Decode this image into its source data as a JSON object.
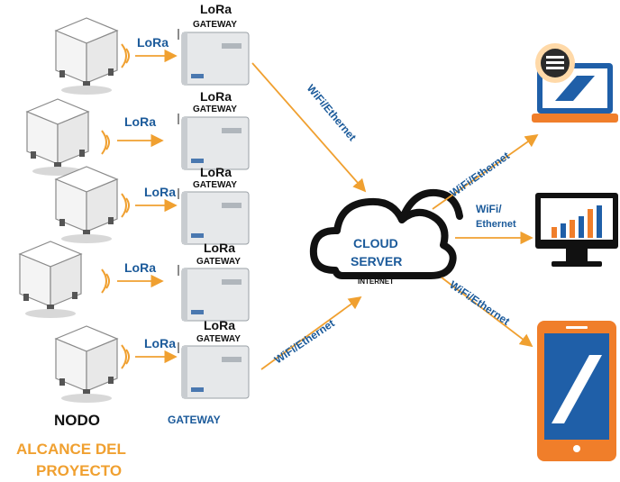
{
  "nodes": [
    {
      "radio_label": "LoRa",
      "gateway_title": "LoRa",
      "gateway_subtitle": "GATEWAY"
    },
    {
      "radio_label": "LoRa",
      "gateway_title": "LoRa",
      "gateway_subtitle": "GATEWAY"
    },
    {
      "radio_label": "LoRa",
      "gateway_title": "LoRa",
      "gateway_subtitle": "GATEWAY"
    },
    {
      "radio_label": "LoRa",
      "gateway_title": "LoRa",
      "gateway_subtitle": "GATEWAY"
    },
    {
      "radio_label": "LoRa",
      "gateway_title": "LoRa",
      "gateway_subtitle": "GATEWAY"
    }
  ],
  "links": {
    "gateway_top_to_cloud": "WiFi/Ethernet",
    "gateway_bottom_to_cloud": "WiFi/Ethernet",
    "cloud_to_laptop": "WiFi/Ethernet",
    "cloud_to_monitor_line1": "WiFi/",
    "cloud_to_monitor_line2": "Ethernet",
    "cloud_to_phone": "WiFi/Ethernet"
  },
  "cloud": {
    "line1": "CLOUD",
    "line2": "SERVER",
    "caption": "INTERNET"
  },
  "legend": {
    "nodo": "NODO",
    "gateway": "GATEWAY",
    "scope_line1": "ALCANCE DEL",
    "scope_line2": "PROYECTO"
  },
  "colors": {
    "arrow": "#f0a030",
    "label_blue": "#1b5a9a",
    "cloud": "#111111",
    "device_blue": "#1f5fa8",
    "device_orange": "#f07e2a",
    "scope_gold": "#f0a030"
  }
}
